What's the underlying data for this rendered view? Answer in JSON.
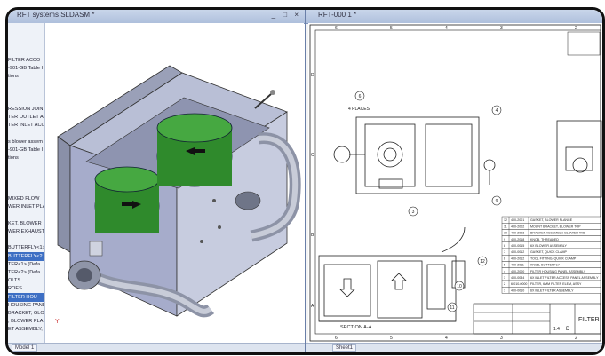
{
  "left_window": {
    "title": "RFT systems SLDASM *",
    "window_buttons": "_ □ ×",
    "view_toolbar": "🔍 🔍 ✥ ◧ ▾ ◔ ▾ ◑ ▾ ⚙ ▾",
    "tree_items": [
      {
        "label": "",
        "selected": false
      },
      {
        "label": "",
        "selected": false
      },
      {
        "label": "",
        "selected": false
      },
      {
        "label": "",
        "selected": false
      },
      {
        "label": "FILTER ACCO",
        "selected": false
      },
      {
        "label": "-901-GB Table I",
        "selected": false
      },
      {
        "label": "tions",
        "selected": false
      },
      {
        "label": "",
        "selected": false
      },
      {
        "label": "",
        "selected": false
      },
      {
        "label": "",
        "selected": false
      },
      {
        "label": "RESSION JOINT",
        "selected": false
      },
      {
        "label": "TER OUTLET AC",
        "selected": false
      },
      {
        "label": "TER INLET ACC",
        "selected": false
      },
      {
        "label": "",
        "selected": false
      },
      {
        "label": "s blower assem",
        "selected": false
      },
      {
        "label": "-901-GB Table I",
        "selected": false
      },
      {
        "label": "tions",
        "selected": false
      },
      {
        "label": "",
        "selected": false
      },
      {
        "label": "",
        "selected": false
      },
      {
        "label": "",
        "selected": false
      },
      {
        "label": "",
        "selected": false
      },
      {
        "label": "MIXED FLOW",
        "selected": false
      },
      {
        "label": "WER INLET PLA",
        "selected": false
      },
      {
        "label": "",
        "selected": false
      },
      {
        "label": "KET, BLOWER",
        "selected": false
      },
      {
        "label": "WER EXHAUST",
        "selected": false
      },
      {
        "label": "",
        "selected": false
      },
      {
        "label": "BUTTERFLY<1>",
        "selected": false
      },
      {
        "label": "BUTTERFLY<2",
        "selected": true
      },
      {
        "label": "TER<1> (Defa",
        "selected": false
      },
      {
        "label": "TER<2> (Defa",
        "selected": false
      },
      {
        "label": "OLTS",
        "selected": false
      },
      {
        "label": "ROES",
        "selected": false
      },
      {
        "label": "FILTER HOU",
        "selected": true
      },
      {
        "label": "HOUSING PANE",
        "selected": false
      },
      {
        "label": "BRACKET, GLO",
        "selected": false
      },
      {
        "label": ", BLOWER PLA",
        "selected": false
      },
      {
        "label": "ET ASSEMBLY, (",
        "selected": false
      }
    ],
    "status_tab": "Model 1",
    "triad": "Y"
  },
  "right_window": {
    "title": "RFT-000 1 *",
    "status_tab": "Sheet1",
    "col_labels_top": [
      "6",
      "5",
      "4",
      "3",
      "2"
    ],
    "col_labels_bottom": [
      "6",
      "5",
      "4",
      "3",
      "2"
    ],
    "row_labels": [
      "D",
      "C",
      "B",
      "A"
    ],
    "balloons": [
      "6",
      "4",
      "3",
      "9",
      "12",
      "10",
      "11"
    ],
    "note_4places": "4 PLACES",
    "section_label": "SECTION A-A",
    "bom_rows": [
      [
        "12",
        "400-2001",
        "GASKET, BLOWER FLANGE"
      ],
      [
        "11",
        "400-2002",
        "MOUNT BRACKET, BLOWER TOP"
      ],
      [
        "10",
        "400-2003",
        "BRACKET ASSEMBLY, BLOWER TAB"
      ],
      [
        "9",
        "400-2018",
        "KNOB, THREADED"
      ],
      [
        "8",
        "400-0015",
        "6X BLOWER ASSEMBLY"
      ],
      [
        "7",
        "400-0012",
        "GASKET, QUICK CLAMP"
      ],
      [
        "6",
        "400-2012",
        "TOOL FITTING, QUICK CLAMP"
      ],
      [
        "5",
        "400-2011",
        "KNOB, BUTTERFLY"
      ],
      [
        "4",
        "400-2000",
        "FILTER HOUSING PANEL ASSEMBLY"
      ],
      [
        "3",
        "400-0034",
        "6X INLET FILTER ACCESS PANEL ASSEMBLY"
      ],
      [
        "2",
        "6-010-0000",
        "FILTER, 6MM FILTER ELEM, ASSY"
      ],
      [
        "1",
        "400-0010",
        "6X INLET FILTER ASSEMBLY"
      ]
    ],
    "title_block_name": "FILTER",
    "title_block_size": "D",
    "title_block_scale": "1:4"
  }
}
